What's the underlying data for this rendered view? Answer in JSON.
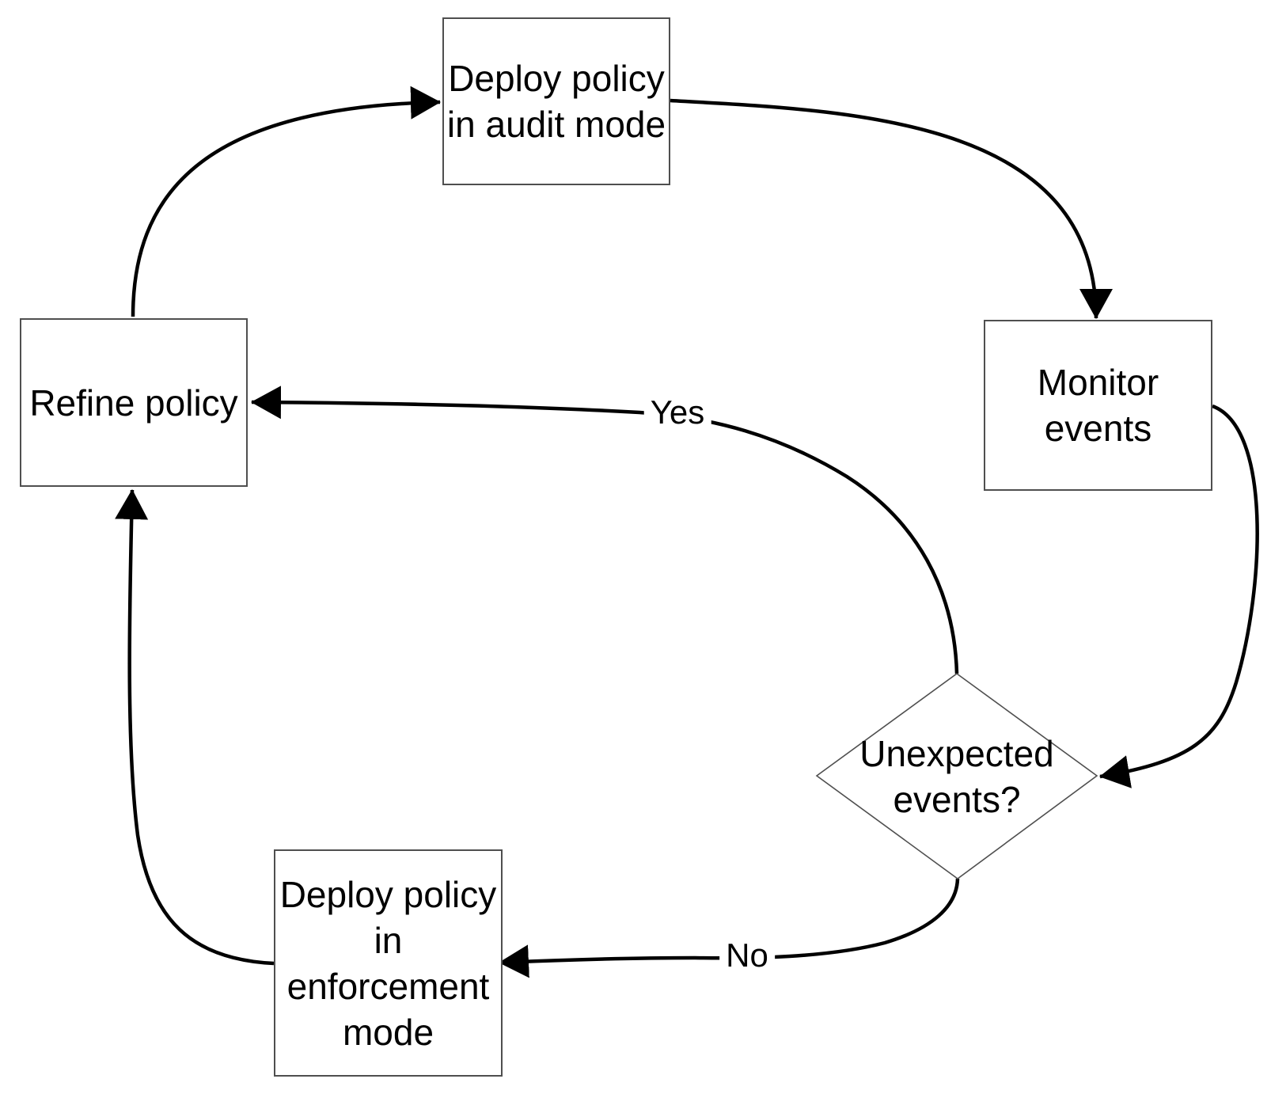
{
  "diagram": {
    "type": "flowchart",
    "nodes": {
      "deploy_audit": {
        "shape": "rectangle",
        "label": "Deploy policy\nin audit mode"
      },
      "monitor": {
        "shape": "rectangle",
        "label": "Monitor\nevents"
      },
      "unexpected": {
        "shape": "diamond",
        "label": "Unexpected\nevents?"
      },
      "deploy_enforce": {
        "shape": "rectangle",
        "label": "Deploy policy\nin\nenforcement\nmode"
      },
      "refine": {
        "shape": "rectangle",
        "label": "Refine policy"
      }
    },
    "edges": {
      "refine_to_audit": {
        "from": "refine",
        "to": "deploy_audit",
        "label": ""
      },
      "audit_to_monitor": {
        "from": "deploy_audit",
        "to": "monitor",
        "label": ""
      },
      "monitor_to_unexpected": {
        "from": "monitor",
        "to": "unexpected",
        "label": ""
      },
      "yes": {
        "from": "unexpected",
        "to": "refine",
        "label": "Yes"
      },
      "no": {
        "from": "unexpected",
        "to": "deploy_enforce",
        "label": "No"
      },
      "enforce_to_refine": {
        "from": "deploy_enforce",
        "to": "refine",
        "label": ""
      }
    },
    "colors": {
      "background": "#ffffff",
      "node_border": "#4f4f4f",
      "connector": "#000000",
      "text": "#000000"
    }
  }
}
